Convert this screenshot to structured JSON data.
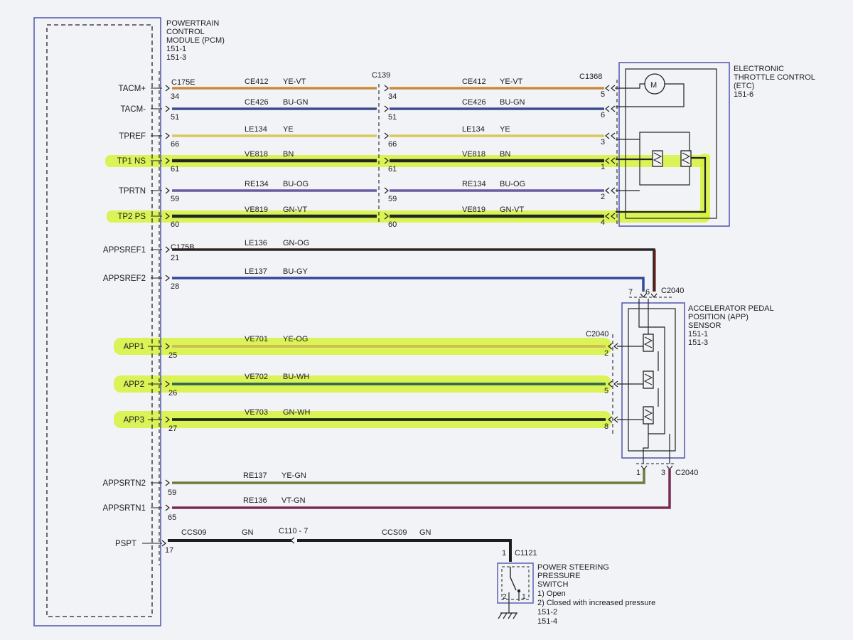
{
  "pcm": {
    "title": [
      "POWERTRAIN",
      "CONTROL",
      "MODULE (PCM)",
      "151-1",
      "151-3"
    ]
  },
  "etc": {
    "title": [
      "ELECTRONIC",
      "THROTTLE CONTROL",
      "(ETC)",
      "151-6"
    ],
    "motor_label": "M"
  },
  "app_sensor": {
    "title": [
      "ACCELERATOR PEDAL",
      "POSITION (APP)",
      "SENSOR",
      "151-1",
      "151-3"
    ]
  },
  "ps_switch": {
    "title": [
      "POWER STEERING",
      "PRESSURE",
      "SWITCH",
      "1) Open",
      "2) Closed with increased pressure",
      "151-2",
      "151-4"
    ],
    "pin1": "1",
    "pin2": "2"
  },
  "connectors": {
    "c175e": "C175E",
    "c139": "C139",
    "c1368": "C1368",
    "c175b": "C175B",
    "c2040_top": "C2040",
    "c2040_mid": "C2040",
    "c2040_bot": "C2040",
    "c110": "C110 - 7",
    "c1121": "C1121",
    "c1121_pin": "1"
  },
  "etc_circuits": [
    {
      "signal": "TACM+",
      "pcm_pin": "34",
      "circuit": "CE412",
      "color": "YE-VT",
      "c139_pin": "34",
      "circuit2": "CE412",
      "color2": "YE-VT",
      "etc_pin": "5",
      "highlight": false,
      "wire": "#c98a3a"
    },
    {
      "signal": "TACM-",
      "pcm_pin": "51",
      "circuit": "CE426",
      "color": "BU-GN",
      "c139_pin": "51",
      "circuit2": "CE426",
      "color2": "BU-GN",
      "etc_pin": "6",
      "highlight": false,
      "wire": "#3b4d8c"
    },
    {
      "signal": "TPREF",
      "pcm_pin": "66",
      "circuit": "LE134",
      "color": "YE",
      "c139_pin": "66",
      "circuit2": "LE134",
      "color2": "YE",
      "etc_pin": "3",
      "highlight": false,
      "wire": "#d9c85a"
    },
    {
      "signal": "TP1 NS",
      "pcm_pin": "61",
      "circuit": "VE818",
      "color": "BN",
      "c139_pin": "61",
      "circuit2": "VE818",
      "color2": "BN",
      "etc_pin": "1",
      "highlight": true,
      "wire": "#2a2420"
    },
    {
      "signal": "TPRTN",
      "pcm_pin": "59",
      "circuit": "RE134",
      "color": "BU-OG",
      "c139_pin": "59",
      "circuit2": "RE134",
      "color2": "BU-OG",
      "etc_pin": "2",
      "highlight": false,
      "wire": "#6a5aa0"
    },
    {
      "signal": "TP2 PS",
      "pcm_pin": "60",
      "circuit": "VE819",
      "color": "GN-VT",
      "c139_pin": "60",
      "circuit2": "VE819",
      "color2": "GN-VT",
      "etc_pin": "4",
      "highlight": true,
      "wire": "#1f2a1f"
    }
  ],
  "app_refs": [
    {
      "signal": "APPSREF1",
      "pcm_pin": "21",
      "circuit": "LE136",
      "color": "GN-OG",
      "app_pin": "6",
      "wire": "#2c2622"
    },
    {
      "signal": "APPSREF2",
      "pcm_pin": "28",
      "circuit": "LE137",
      "color": "BU-GY",
      "app_pin": "7",
      "wire": "#35489a"
    }
  ],
  "app_signals": [
    {
      "signal": "APP1",
      "pcm_pin": "25",
      "circuit": "VE701",
      "color": "YE-OG",
      "app_pin": "2",
      "wire": "#cdbb55"
    },
    {
      "signal": "APP2",
      "pcm_pin": "26",
      "circuit": "VE702",
      "color": "BU-WH",
      "app_pin": "5",
      "wire": "#2f6b4a"
    },
    {
      "signal": "APP3",
      "pcm_pin": "27",
      "circuit": "VE703",
      "color": "GN-WH",
      "app_pin": "8",
      "wire": "#1c2a1c"
    }
  ],
  "app_returns": [
    {
      "signal": "APPSRTN2",
      "pcm_pin": "59",
      "circuit": "RE137",
      "color": "YE-GN",
      "app_pin": "1",
      "wire": "#6f7a3a"
    },
    {
      "signal": "APPSRTN1",
      "pcm_pin": "65",
      "circuit": "RE136",
      "color": "VT-GN",
      "app_pin": "3",
      "wire": "#7a2a55"
    }
  ],
  "pspt": {
    "signal": "PSPT",
    "pcm_pin": "17",
    "circuit": "CCS09",
    "color": "GN",
    "circuit2": "CCS09",
    "color2": "GN"
  },
  "colors": {
    "highlight": "#d7f23a",
    "frame": "#5a5fb0",
    "dash": "#222"
  }
}
